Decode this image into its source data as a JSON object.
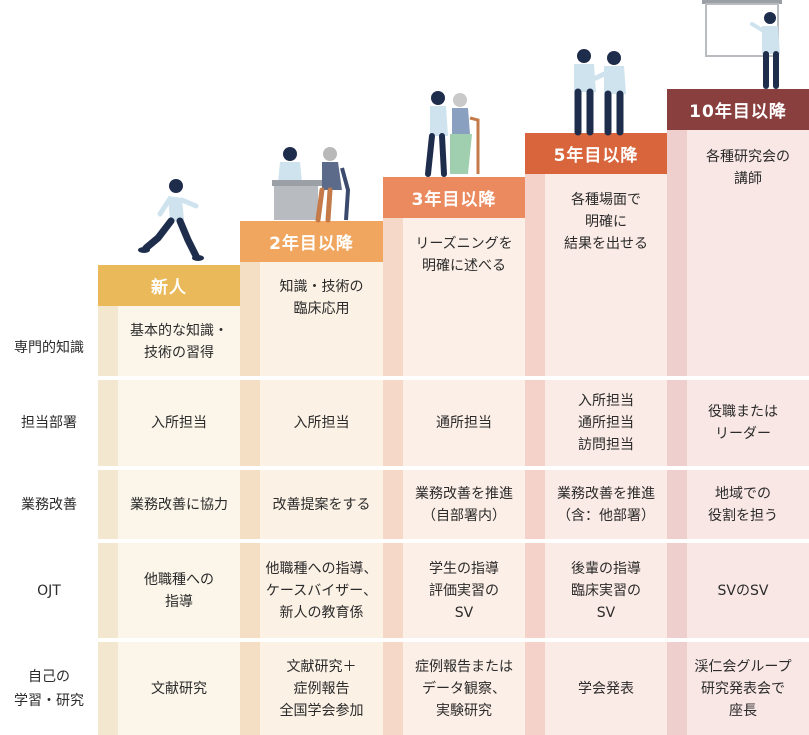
{
  "columns": [
    {
      "key": "c1",
      "title": "新人",
      "top": "基本的な知識・\n技術の習得",
      "bg": "#fbf5ea",
      "stripe": "#f3e7cf",
      "header": "#e9b95a"
    },
    {
      "key": "c2",
      "title": "2年目以降",
      "top": "知識・技術の\n臨床応用",
      "bg": "#fbf1e5",
      "stripe": "#f5dfc4",
      "header": "#f0a65e"
    },
    {
      "key": "c3",
      "title": "3年目以降",
      "top": "リーズニングを\n明確に述べる",
      "bg": "#fcefe7",
      "stripe": "#f6d8c9",
      "header": "#ea8a5e"
    },
    {
      "key": "c4",
      "title": "5年目以降",
      "top": "各種場面で\n明確に\n結果を出せる",
      "bg": "#fbebe6",
      "stripe": "#f4d2c9",
      "header": "#d9653c"
    },
    {
      "key": "c5",
      "title": "10年目以降",
      "top": "各種研究会の\n講師",
      "bg": "#f8e7e5",
      "stripe": "#efcfcd",
      "header": "#8a3f3f"
    }
  ],
  "rows": [
    {
      "label": "専門的知識",
      "cells": [
        "",
        "",
        "",
        "",
        ""
      ]
    },
    {
      "label": "担当部署",
      "cells": [
        "入所担当",
        "入所担当",
        "通所担当",
        "入所担当\n通所担当\n訪問担当",
        "役職または\nリーダー"
      ]
    },
    {
      "label": "業務改善",
      "cells": [
        "業務改善に協力",
        "改善提案をする",
        "業務改善を推進\n（自部署内）",
        "業務改善を推進\n（含：他部署）",
        "地域での\n役割を担う"
      ]
    },
    {
      "label": "OJT",
      "cells": [
        "他職種への\n指導",
        "他職種への指導、\nケースバイザー、\n新人の教育係",
        "学生の指導\n評価実習の\nSV",
        "後輩の指導\n臨床実習の\nSV",
        "SVのSV"
      ]
    },
    {
      "label": "自己の\n学習・研究",
      "cells": [
        "文献研究",
        "文献研究＋\n症例報告\n全国学会参加",
        "症例報告または\nデータ観察、\n実験研究",
        "学会発表",
        "渓仁会グループ\n研究発表会で\n座長"
      ]
    }
  ],
  "figures": [
    {
      "icon": "running-person-icon"
    },
    {
      "icon": "consultation-icon"
    },
    {
      "icon": "assisting-elderly-icon"
    },
    {
      "icon": "discussion-icon"
    },
    {
      "icon": "presenter-icon"
    }
  ]
}
